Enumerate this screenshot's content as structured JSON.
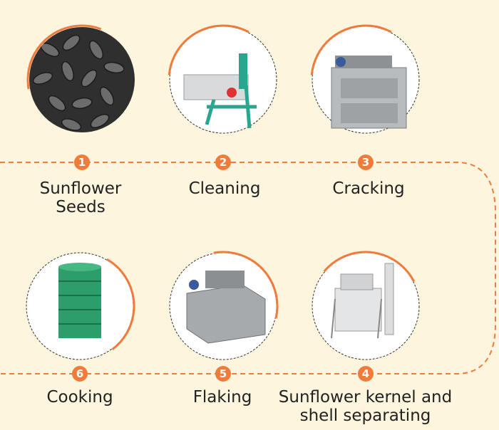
{
  "colors": {
    "accent": "#f07b3b",
    "background": "#fdf5dd"
  },
  "steps": [
    {
      "number": "1",
      "label": "Sunflower Seeds",
      "icon": "sunflower-seeds-photo"
    },
    {
      "number": "2",
      "label": "Cleaning",
      "icon": "cleaning-machine-photo"
    },
    {
      "number": "3",
      "label": "Cracking",
      "icon": "cracking-machine-photo"
    },
    {
      "number": "4",
      "label": "Sunflower kernel and shell separating",
      "icon": "separator-machine-photo"
    },
    {
      "number": "5",
      "label": "Flaking",
      "icon": "flaking-machine-photo"
    },
    {
      "number": "6",
      "label": "Cooking",
      "icon": "cooking-machine-photo"
    }
  ]
}
